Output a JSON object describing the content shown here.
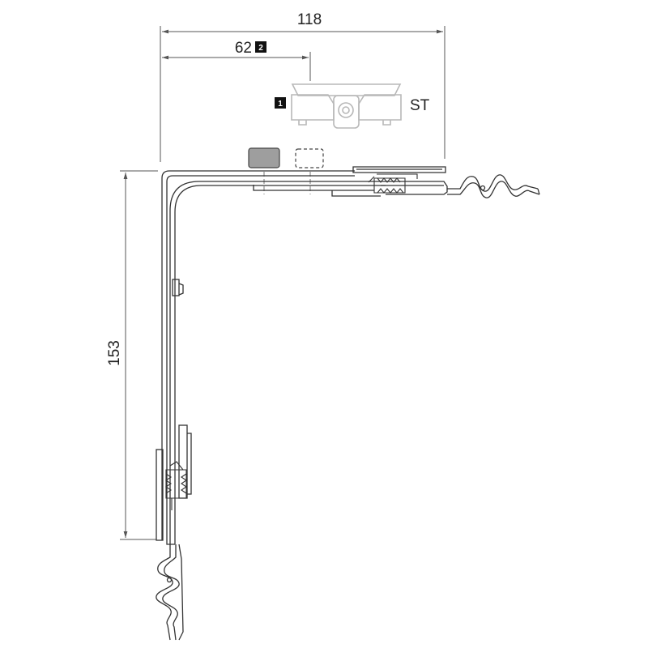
{
  "dimensions": {
    "overall_width": "118",
    "partial_width": "62",
    "height": "153"
  },
  "badges": {
    "partial_marker": "2",
    "detail_marker": "1"
  },
  "detail_label": "ST",
  "colors": {
    "line": "#333333",
    "dim_line": "#555555",
    "ghost": "#b8b8b8",
    "block_fill": "#9e9e9e",
    "badge_bg": "#111111"
  }
}
